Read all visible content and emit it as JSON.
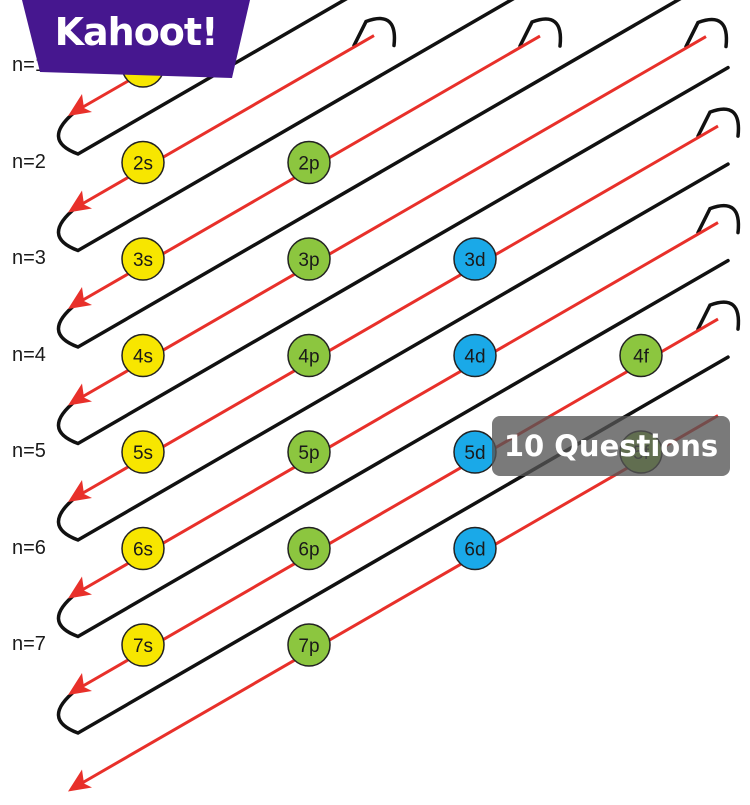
{
  "brand": {
    "name": "Kahoot!"
  },
  "quiz": {
    "question_count_label": "10 Questions"
  },
  "rows": [
    {
      "label": "n=1",
      "orbitals": [
        "1s"
      ]
    },
    {
      "label": "n=2",
      "orbitals": [
        "2s",
        "2p"
      ]
    },
    {
      "label": "n=3",
      "orbitals": [
        "3s",
        "3p",
        "3d"
      ]
    },
    {
      "label": "n=4",
      "orbitals": [
        "4s",
        "4p",
        "4d",
        "4f"
      ]
    },
    {
      "label": "n=5",
      "orbitals": [
        "5s",
        "5p",
        "5d",
        "5f"
      ]
    },
    {
      "label": "n=6",
      "orbitals": [
        "6s",
        "6p",
        "6d"
      ]
    },
    {
      "label": "n=7",
      "orbitals": [
        "7s",
        "7p"
      ]
    }
  ],
  "colors": {
    "s": "#f7e600",
    "p": "#8cc63f",
    "d": "#1aa9e8",
    "f": "#8cc63f",
    "arrow": "#e8302a",
    "loop": "#111111",
    "brand_bg": "#46178f",
    "badge_bg": "#555555"
  },
  "icons": {
    "arrowhead": "arrow-left-down-icon"
  }
}
